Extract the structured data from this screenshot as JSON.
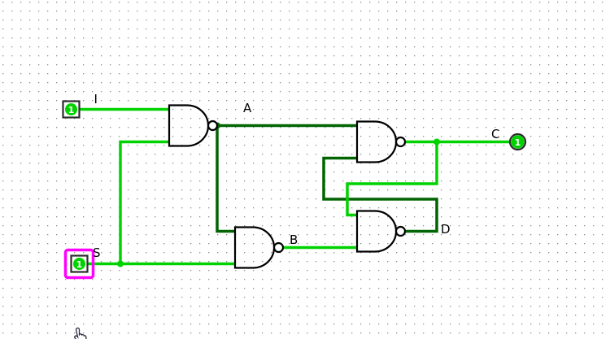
{
  "app": {
    "name": "logic-circuit-editor-canvas",
    "tool_cursor": "poke-hand"
  },
  "colors": {
    "background": "#FFFFFF",
    "grid_dot": "#8C8C8C",
    "wire_high": "#00D200",
    "wire_low": "#006400",
    "gate_outline": "#000000",
    "pin_outline": "#2B2B2B",
    "selection": "#FF00FF",
    "value_text": "#FFFFFF",
    "label_text": "#000000"
  },
  "labels": {
    "pin_i": "I",
    "pin_s": "S",
    "wire_a": "A",
    "wire_b": "B",
    "pin_c": "C",
    "wire_d": "D"
  },
  "values": {
    "pin_i": "1",
    "pin_s": "1",
    "pin_c": "1"
  },
  "components": {
    "inputs": [
      {
        "id": "input-pin-i",
        "label": "I",
        "value": "1",
        "selected": false
      },
      {
        "id": "input-pin-s",
        "label": "S",
        "value": "1",
        "selected": true
      }
    ],
    "outputs": [
      {
        "id": "output-pin-c",
        "label": "C",
        "value": "1"
      }
    ],
    "gates": [
      {
        "id": "nand-gate-1",
        "type": "NAND"
      },
      {
        "id": "nand-gate-2",
        "type": "NAND"
      },
      {
        "id": "nand-gate-3",
        "type": "NAND"
      },
      {
        "id": "nand-gate-4",
        "type": "NAND"
      }
    ]
  }
}
